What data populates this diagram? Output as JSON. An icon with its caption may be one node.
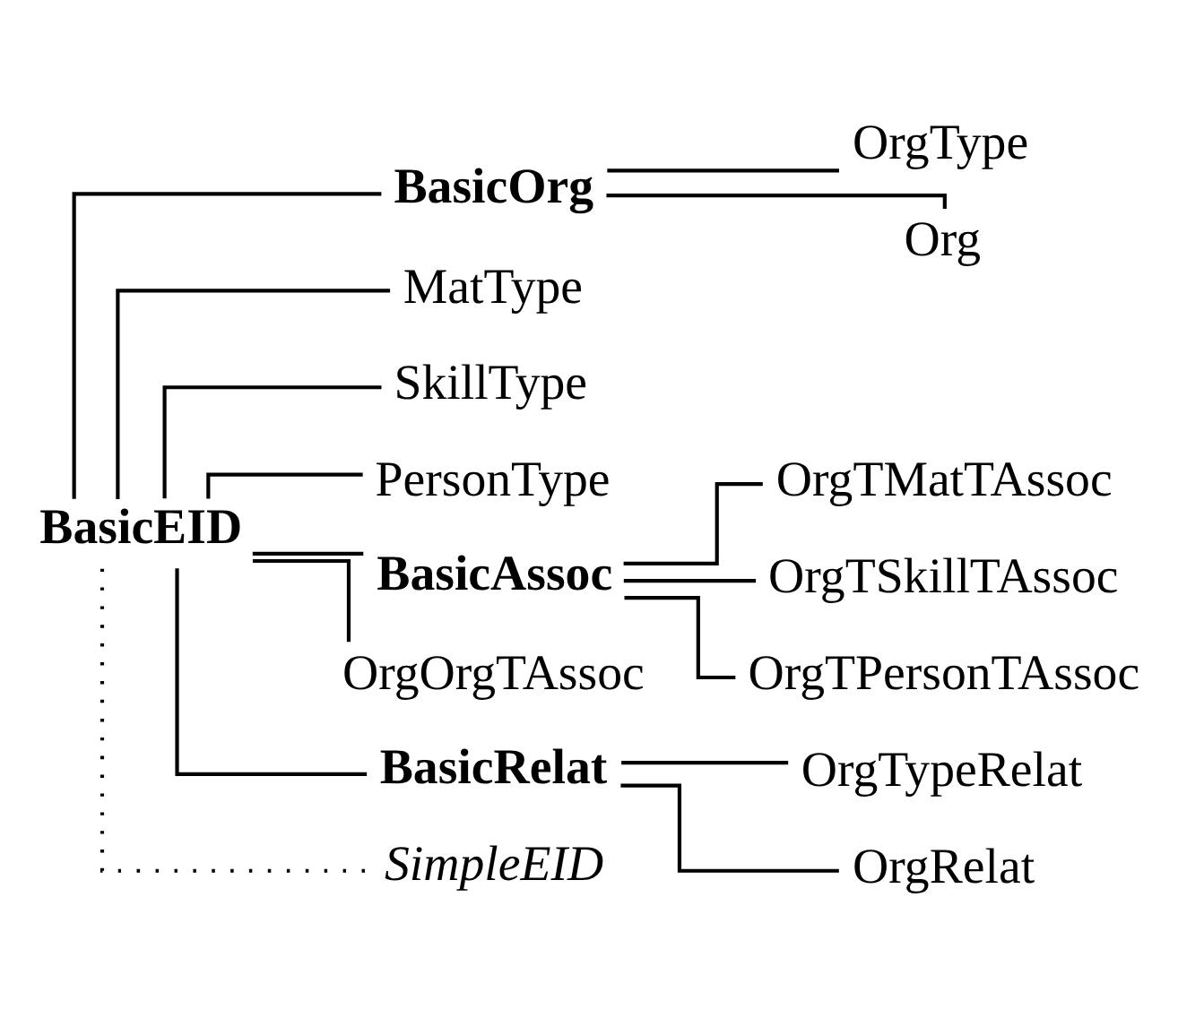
{
  "diagram": {
    "nodes": [
      {
        "text": [
          "BasicEID"
        ]
      },
      {
        "text": [
          "BasicOrg"
        ]
      },
      {
        "text": [
          "OrgType"
        ]
      },
      {
        "text": [
          "Org"
        ]
      },
      {
        "text": [
          "MatType"
        ]
      },
      {
        "text": [
          "SkillType"
        ]
      },
      {
        "text": [
          "PersonType"
        ]
      },
      {
        "text": [
          "BasicAssoc"
        ]
      },
      {
        "text": [
          "OrgTMatTAssoc"
        ]
      },
      {
        "text": [
          "OrgTSkillTAssoc"
        ]
      },
      {
        "text": [
          "OrgTPersonTAssoc"
        ]
      },
      {
        "text": [
          "OrgOrgTAssoc"
        ]
      },
      {
        "text": [
          "BasicRelat"
        ]
      },
      {
        "text": [
          "OrgTypeRelat"
        ]
      },
      {
        "text": [
          "OrgRelat"
        ]
      },
      {
        "text": [
          "SimpleEID"
        ]
      }
    ],
    "edges": [
      {
        "from": 0,
        "to": 1,
        "arrow": "none"
      },
      {
        "from": 1,
        "to": 2,
        "arrow": "none"
      },
      {
        "from": 1,
        "to": 3,
        "arrow": "none"
      },
      {
        "from": 0,
        "to": 4,
        "arrow": "none"
      },
      {
        "from": 0,
        "to": 5,
        "arrow": "none"
      },
      {
        "from": 0,
        "to": 6,
        "arrow": "none"
      },
      {
        "from": 0,
        "to": 7,
        "arrow": "none"
      },
      {
        "from": 7,
        "to": 8,
        "arrow": "none"
      },
      {
        "from": 7,
        "to": 9,
        "arrow": "none"
      },
      {
        "from": 7,
        "to": 10,
        "arrow": "none"
      },
      {
        "from": 0,
        "to": 11,
        "arrow": "none"
      },
      {
        "from": 0,
        "to": 12,
        "arrow": "none"
      },
      {
        "from": 12,
        "to": 13,
        "arrow": "none"
      },
      {
        "from": 12,
        "to": 14,
        "arrow": "none"
      },
      {
        "from": 0,
        "to": 15,
        "arrow": "none",
        "style": "dashed"
      }
    ]
  }
}
